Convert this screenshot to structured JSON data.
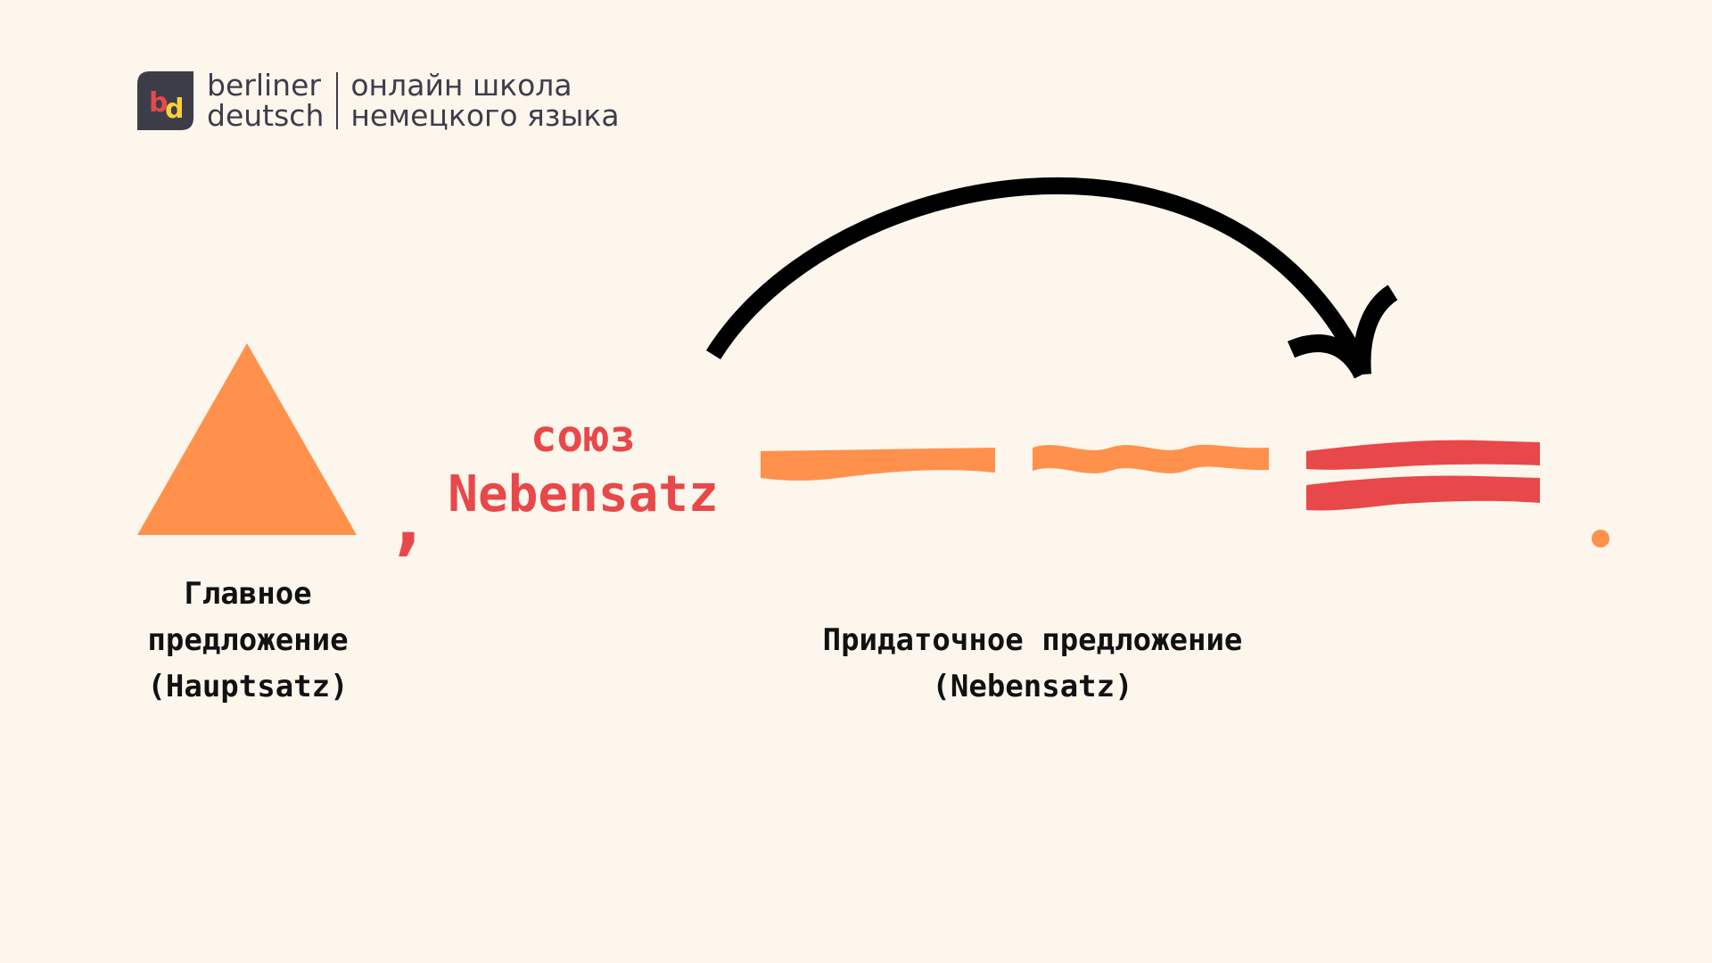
{
  "logo": {
    "mark_letters": "bd",
    "brand_line1": "berliner",
    "brand_line2": "deutsch",
    "tagline_line1": "онлайн школа",
    "tagline_line2": "немецкого языка"
  },
  "diagram": {
    "conjunction_word": "союз",
    "conjunction_type": "Nebensatz",
    "comma": ",",
    "period": ".",
    "main_clause_caption": [
      "Главное",
      "предложение",
      "(Hauptsatz)"
    ],
    "sub_clause_caption": [
      "Придаточное предложение",
      "(Nebensatz)"
    ]
  },
  "colors": {
    "background": "#fdf6ec",
    "orange": "#ff914d",
    "red": "#e8484a",
    "black": "#000000",
    "logo_dark": "#3d3d4a",
    "logo_yellow": "#f7d23a"
  }
}
